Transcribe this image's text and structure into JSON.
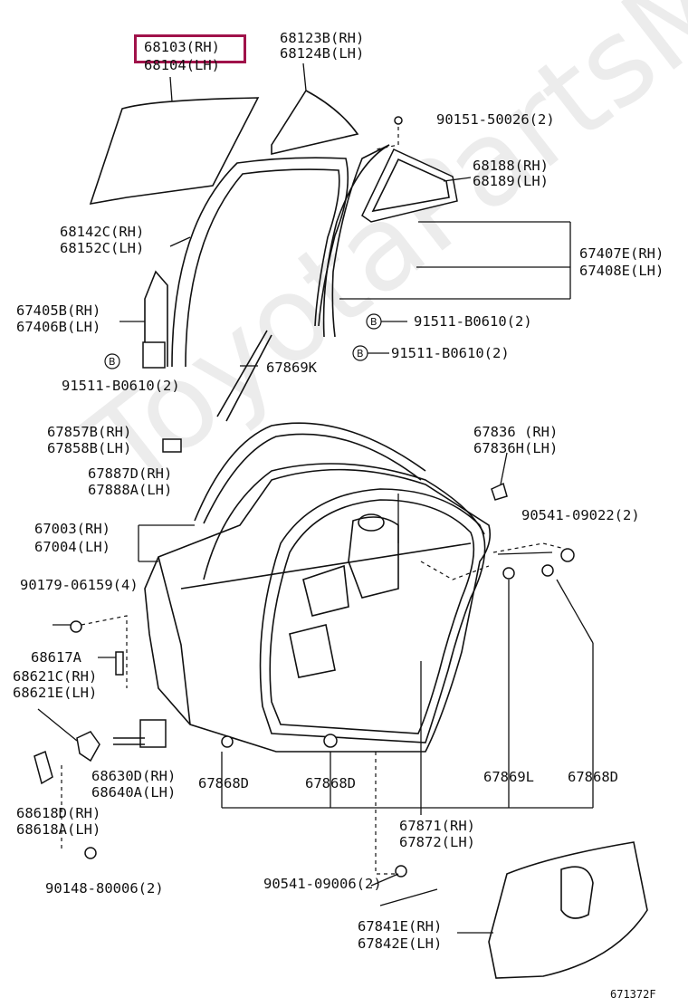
{
  "watermark": "ToyotaPartsMine.ru",
  "diagram_id": "671372F",
  "highlight_color": "#a0124a",
  "labels": {
    "l68103": "68103(RH)",
    "l68104": "68104(LH)",
    "l68123B": "68123B(RH)",
    "l68124B": "68124B(LH)",
    "l90151": "90151-50026(2)",
    "l68188": "68188(RH)",
    "l68189": "68189(LH)",
    "l68142C": "68142C(RH)",
    "l68152C": "68152C(LH)",
    "l67407E": "67407E(RH)",
    "l67408E": "67408E(LH)",
    "l67405B": "67405B(RH)",
    "l67406B": "67406B(LH)",
    "l91511a": "91511-B0610(2)",
    "l91511b": "91511-B0610(2)",
    "l91511c": "91511-B0610(2)",
    "l67869K": "67869K",
    "l67857B": "67857B(RH)",
    "l67858B": "67858B(LH)",
    "l67836": "67836 (RH)",
    "l67836H": "67836H(LH)",
    "l67887D": "67887D(RH)",
    "l67888A": "67888A(LH)",
    "l90541a": "90541-09022(2)",
    "l67003": "67003(RH)",
    "l67004": "67004(LH)",
    "l90179": "90179-06159(4)",
    "l68617A": "68617A",
    "l68621C": "68621C(RH)",
    "l68621E": "68621E(LH)",
    "l68630D": "68630D(RH)",
    "l68640A": "68640A(LH)",
    "l67868Da": "67868D",
    "l67868Db": "67868D",
    "l67869L": "67869L",
    "l67868Dc": "67868D",
    "l68618D": "68618D(RH)",
    "l68618A": "68618A(LH)",
    "l67871": "67871(RH)",
    "l67872": "67872(LH)",
    "l90148": "90148-80006(2)",
    "l90541b": "90541-09006(2)",
    "l67841E": "67841E(RH)",
    "l67842E": "67842E(LH)"
  },
  "callout_marker": "B"
}
